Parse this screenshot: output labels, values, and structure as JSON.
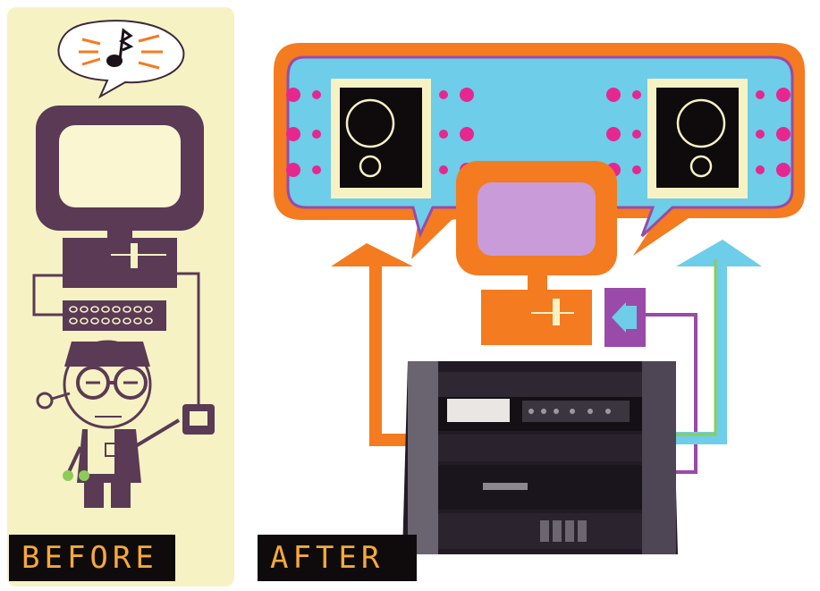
{
  "labels": {
    "before": "BEFORE",
    "after": "AFTER"
  },
  "icons": {
    "speech_bubble": "music-note-icon",
    "old_monitor": "monitor-icon",
    "new_monitor": "monitor-icon",
    "keyboard": "keyboard-icon",
    "person": "person-with-glasses-icon",
    "remote": "remote-control-icon",
    "speakers": "speaker-icon",
    "stereo": "stereo-system-photo",
    "audio_cable": "audio-jack-icon"
  },
  "colors": {
    "before_background": "#f7f2c4",
    "label_background": "#0f0b0c",
    "label_text": "#f4a93a",
    "purple": "#5a3a55",
    "orange": "#f47b20",
    "sky_blue": "#6ecde8",
    "lavender": "#c99bd9",
    "magenta": "#e6278f",
    "green": "#8dcb5a",
    "violet_cable": "#9a4aa8"
  }
}
